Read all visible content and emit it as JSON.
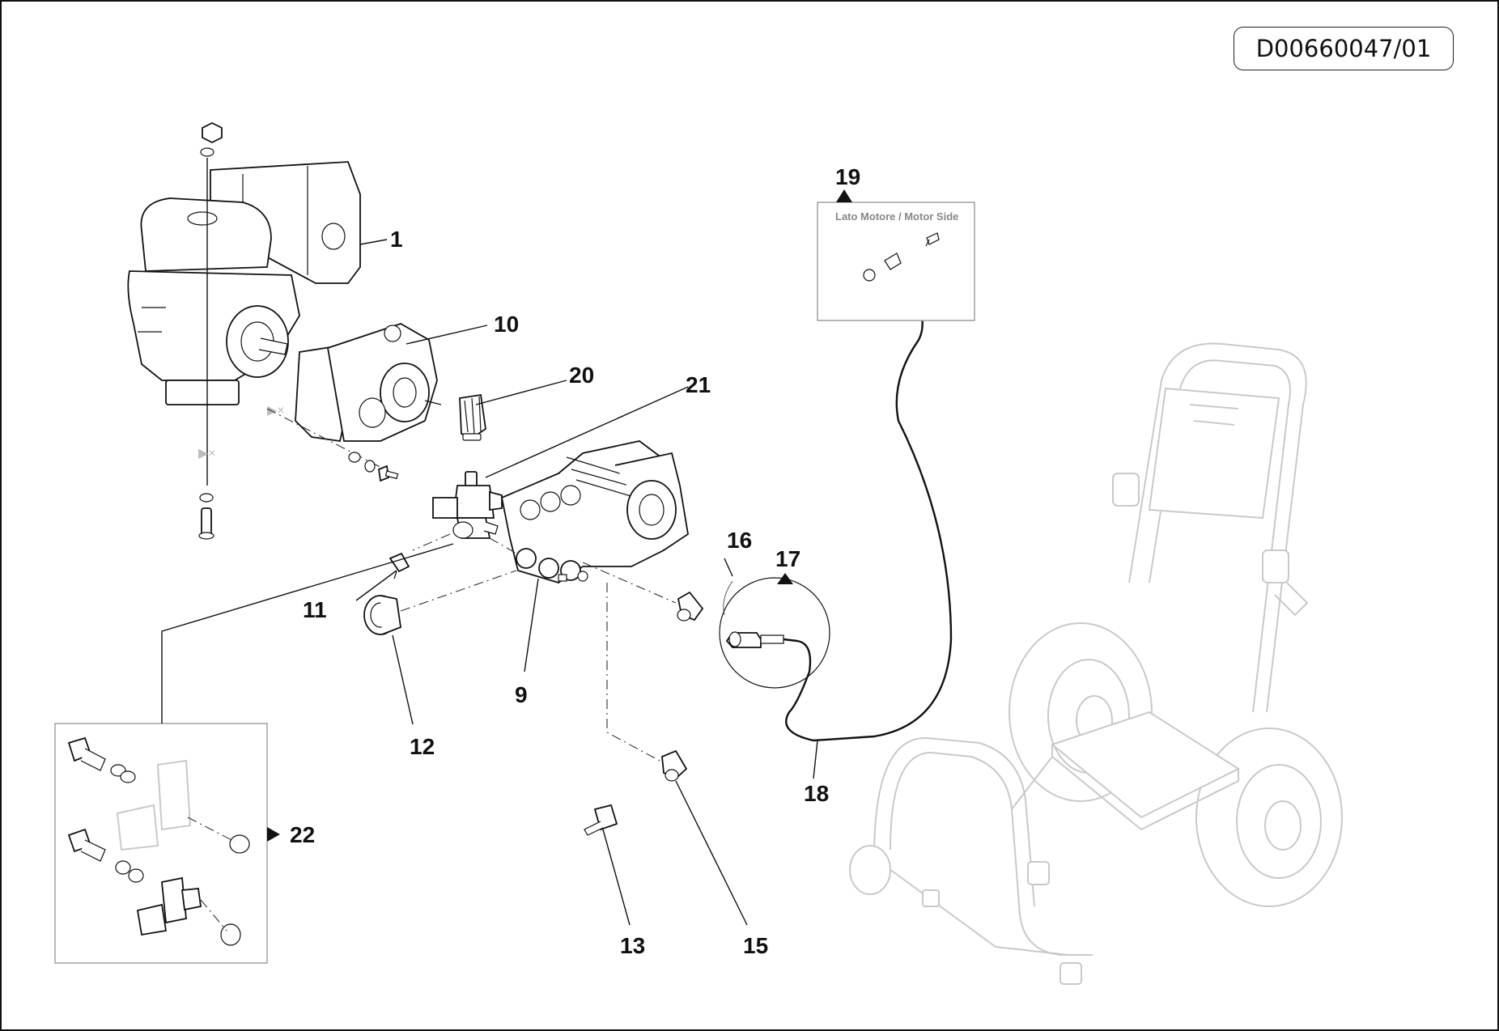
{
  "document_code": "D00660047/01",
  "inset_motor_title": "Lato Motore / Motor Side",
  "callouts": {
    "c1": "1",
    "c9": "9",
    "c10": "10",
    "c11": "11",
    "c12": "12",
    "c13": "13",
    "c15": "15",
    "c16": "16",
    "c17": "17",
    "c18": "18",
    "c19": "19",
    "c20": "20",
    "c21": "21",
    "c22": "22"
  },
  "colors": {
    "line": "#111111",
    "ghost": "#c9c9c9",
    "inset_text": "#888888"
  }
}
